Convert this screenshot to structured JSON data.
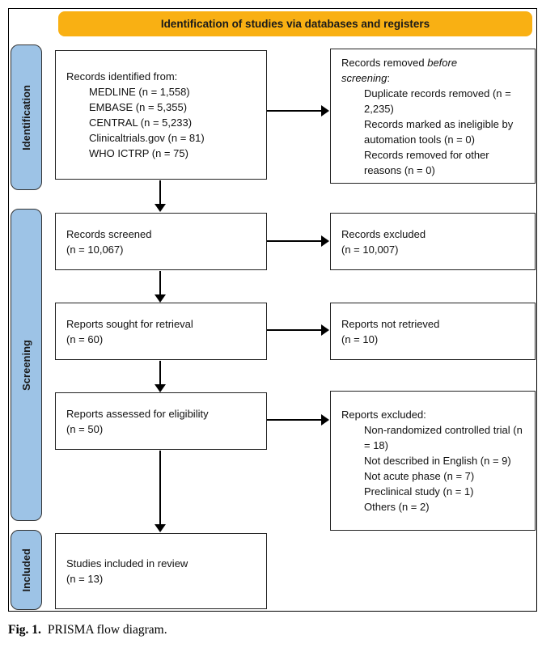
{
  "banner": {
    "title": "Identification of studies via databases and registers"
  },
  "sidebar": {
    "stages": [
      {
        "label": "Identification"
      },
      {
        "label": "Screening"
      },
      {
        "label": "Included"
      }
    ]
  },
  "flow": {
    "identified": {
      "heading": "Records identified from:",
      "items": [
        "MEDLINE (n = 1,558)",
        "EMBASE (n = 5,355)",
        "CENTRAL (n = 5,233)",
        "Clinicaltrials.gov (n = 81)",
        "WHO ICTRP (n = 75)"
      ]
    },
    "removed": {
      "heading_pre": "Records removed ",
      "heading_italic": "before screening",
      "heading_post": ":",
      "items": [
        "Duplicate records removed (n = 2,235)",
        "Records marked as ineligible by automation tools (n = 0)",
        "Records removed for other reasons (n = 0)"
      ]
    },
    "screened": {
      "line1": "Records screened",
      "line2": "(n = 10,067)"
    },
    "records_excluded": {
      "line1": "Records excluded",
      "line2": "(n = 10,007)"
    },
    "sought": {
      "line1": "Reports sought for retrieval",
      "line2": "(n = 60)"
    },
    "not_retrieved": {
      "line1": "Reports not retrieved",
      "line2": "(n = 10)"
    },
    "assessed": {
      "line1": "Reports assessed for eligibility",
      "line2": "(n = 50)"
    },
    "reports_excluded": {
      "heading": "Reports excluded:",
      "items": [
        "Non-randomized controlled trial (n = 18)",
        "Not described in English (n = 9)",
        "Not acute phase (n = 7)",
        "Preclinical study (n = 1)",
        "Others (n = 2)"
      ]
    },
    "included": {
      "line1": "Studies included in review",
      "line2": "(n = 13)"
    }
  },
  "caption": {
    "prefix": "Fig. 1.",
    "text": "PRISMA flow diagram."
  },
  "colors": {
    "banner_bg": "#F9B013",
    "stage_bg": "#9DC3E6",
    "box_border": "#222222",
    "arrow": "#000000"
  }
}
